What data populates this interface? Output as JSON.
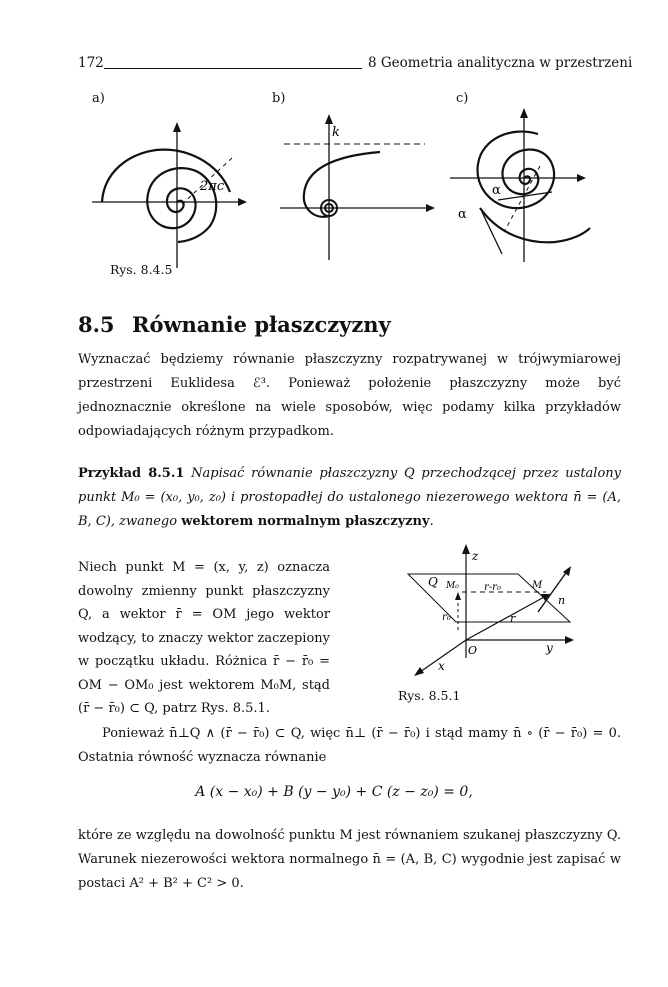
{
  "header": {
    "page_number": "172",
    "chapter_title": "8 Geometria analityczna w przestrzeni"
  },
  "figure_top": {
    "labels": [
      "a)",
      "b)",
      "c)"
    ],
    "annot_2pic": "2πc",
    "annot_k": "k",
    "annot_alpha": "α",
    "caption": "Rys. 8.4.5"
  },
  "section": {
    "number": "8.5",
    "title": "Równanie płaszczyzny"
  },
  "intro": "Wyznaczać będziemy równanie płaszczyzny rozpatrywanej w trójwymiarowej przestrzeni Euklidesa ℰ³. Ponieważ położenie płaszczyzny może być jednoznacznie określone na wiele sposobów, więc podamy kilka przykładów odpowiadających różnym przypadkom.",
  "example": {
    "label": "Przykład 8.5.1",
    "text_italic": "Napisać równanie płaszczyzny Q przechodzącej przez ustalony punkt M₀ = (x₀, y₀, z₀) i prostopadłej do ustalonego niezerowego wektora n̄ = (A, B, C), zwanego",
    "text_bold": "wektorem normalnym płaszczyzny",
    "text_end": "."
  },
  "column_text": "Niech punkt M = (x, y, z) oznacza dowolny zmienny punkt płaszczyzny Q, a wektor r̄ = OM jego wektor wodzący, to znaczy wektor zaczepiony w początku układu. Różnica r̄ − r̄₀ = OM − OM₀ jest wektorem M₀M, stąd (r̄ − r̄₀) ⊂ Q, patrz Rys. 8.5.1.",
  "figure_side": {
    "label_z": "z",
    "label_Q": "Q",
    "label_M0": "M₀",
    "label_r_minus_r0": "r-r₀",
    "label_M": "M",
    "label_n": "n",
    "label_r0": "r₀",
    "label_r": "r",
    "label_O": "O",
    "label_y": "y",
    "label_x": "x",
    "caption": "Rys. 8.5.1"
  },
  "after_text": "Ponieważ n̄⊥Q ∧ (r̄ − r̄₀) ⊂ Q, więc n̄⊥ (r̄ − r̄₀) i stąd mamy n̄ ∘ (r̄ − r̄₀) = 0. Ostatnia równość wyznacza równanie",
  "formula": "A (x − x₀) + B (y − y₀) + C (z − z₀) = 0,",
  "closing": "które ze względu na dowolność punktu M jest równaniem szukanej płaszczyzny Q. Warunek niezerowości wektora normalnego n̄ = (A, B, C) wygodnie jest zapisać w postaci A² + B² + C² > 0."
}
